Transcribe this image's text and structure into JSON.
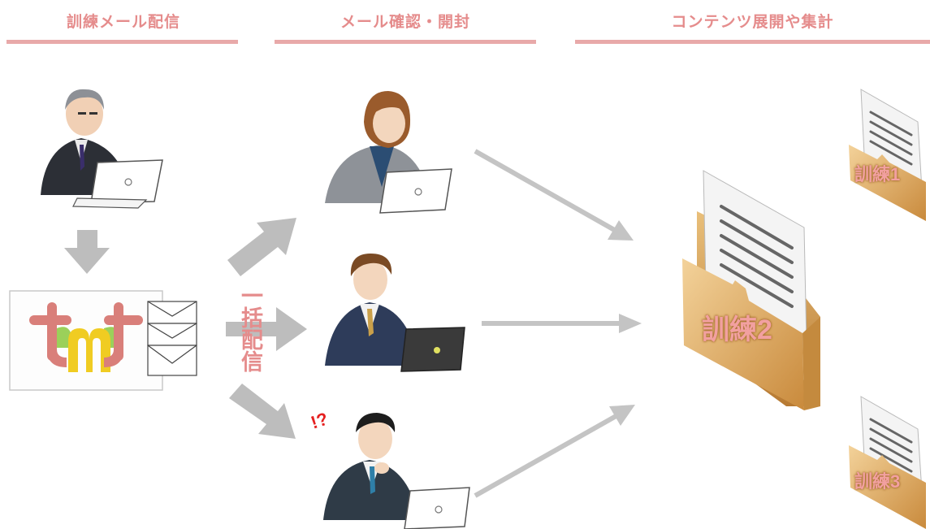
{
  "headers": {
    "step1": "訓練メール配信",
    "step2": "メール確認・開封",
    "step3": "コンテンツ展開や集計"
  },
  "vertical_label": "一括配信",
  "folders": {
    "f1": "訓練1",
    "f2": "訓練2",
    "f3": "訓練3"
  },
  "surprise_mark": "!?",
  "colors": {
    "accent_pink": "#e58c8c",
    "rule_pink": "#e8a9a9",
    "arrow_gray": "#bdbdbd",
    "folder_tan": "#e2b46c",
    "logo_red": "#d97f7a",
    "logo_yellow": "#f0cc22",
    "logo_green": "#9bd05a"
  }
}
